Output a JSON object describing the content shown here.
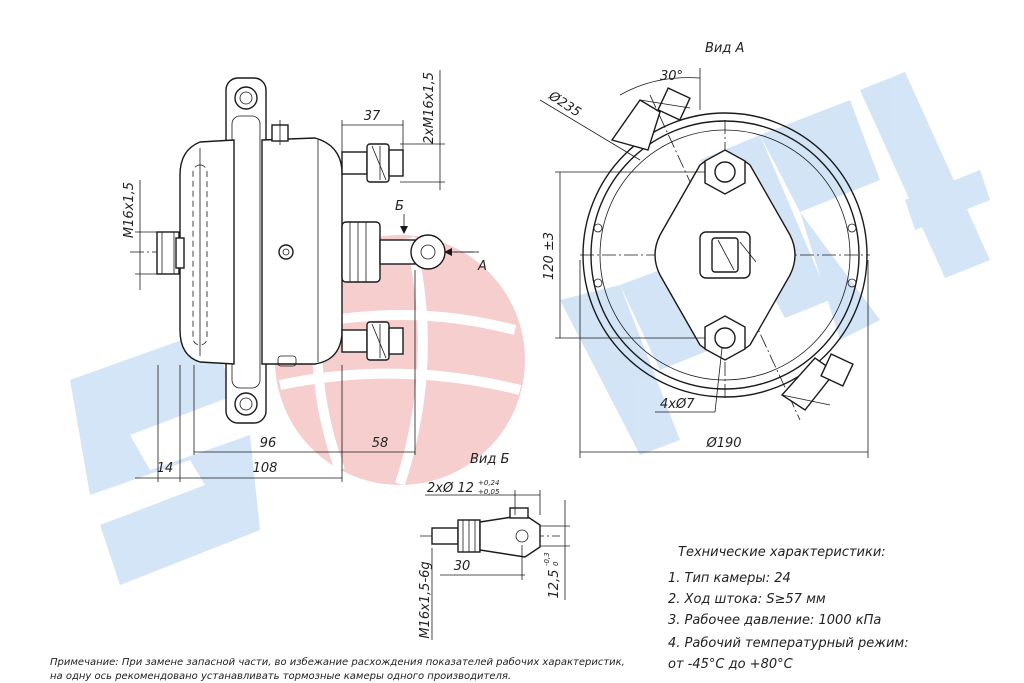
{
  "watermark": {
    "letters": "SPRL",
    "colors": {
      "blue": "#cfe2f6",
      "red": "#f6c9c9"
    }
  },
  "side_view": {
    "dims": {
      "thread_left": "M16x1,5",
      "d37": "37",
      "thread_top": "2xM16x1,5",
      "d96": "96",
      "d58": "58",
      "d14": "14",
      "d108": "108"
    },
    "labels": {
      "b": "Б",
      "a": "А"
    }
  },
  "view_a": {
    "title": "Вид А",
    "dims": {
      "angle": "30°",
      "d235": "Ø235",
      "h120": "120 ±3",
      "holes": "4xØ7",
      "d190": "Ø190"
    }
  },
  "view_b": {
    "title": "Вид Б",
    "dims": {
      "d12": "2xØ 12",
      "tol_upper": "+0,24",
      "tol_lower": "+0,05",
      "d30": "30",
      "d125": "12,5",
      "d125_tol_upper": "-0,3",
      "d125_tol_lower": "0",
      "thread": "M16x1,5-6g"
    }
  },
  "specs": {
    "heading": "Технические характеристики:",
    "items": [
      "1. Тип камеры: 24",
      "2. Ход штока: S≥57 мм",
      "3. Рабочее давление: 1000 кПа",
      "4. Рабочий температурный режим:"
    ],
    "temp_range": "от -45°С до +80°С"
  },
  "note": {
    "line1": "Примечание: При замене запасной части, во избежание расхождения показателей рабочих характеристик,",
    "line2": "на одну ось рекомендовано устанавливать тормозные камеры одного производителя."
  }
}
